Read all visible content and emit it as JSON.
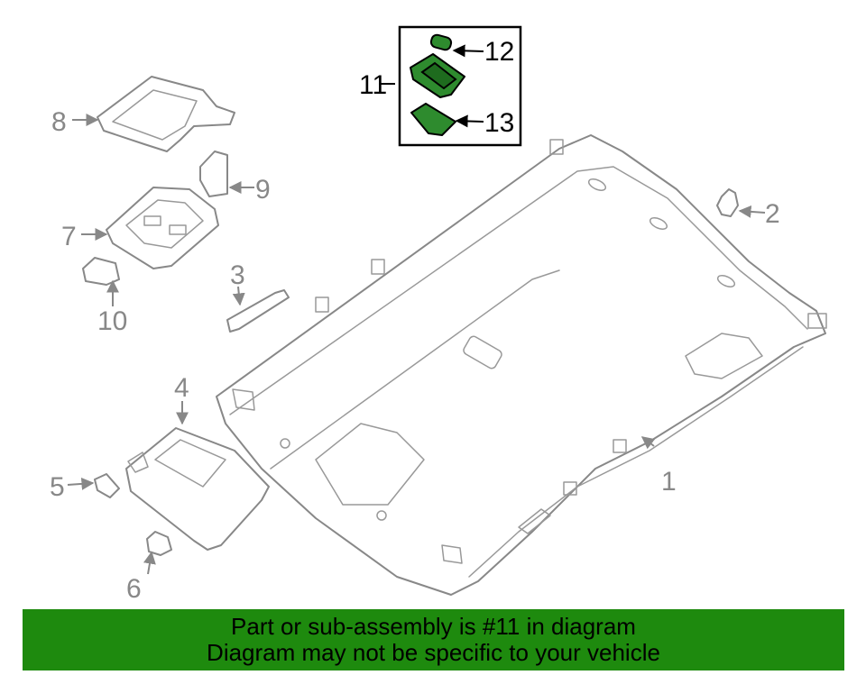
{
  "callouts": {
    "c1": "1",
    "c2": "2",
    "c3": "3",
    "c4": "4",
    "c5": "5",
    "c6": "6",
    "c7": "7",
    "c8": "8",
    "c9": "9",
    "c10": "10",
    "c11": "11",
    "c12": "12",
    "c13": "13"
  },
  "highlight_color": "#2e8b2e",
  "banner": {
    "line1": "Part or sub-assembly is #11 in diagram",
    "line2": "Diagram may not be specific to your vehicle",
    "background": "#1e8a0e"
  }
}
